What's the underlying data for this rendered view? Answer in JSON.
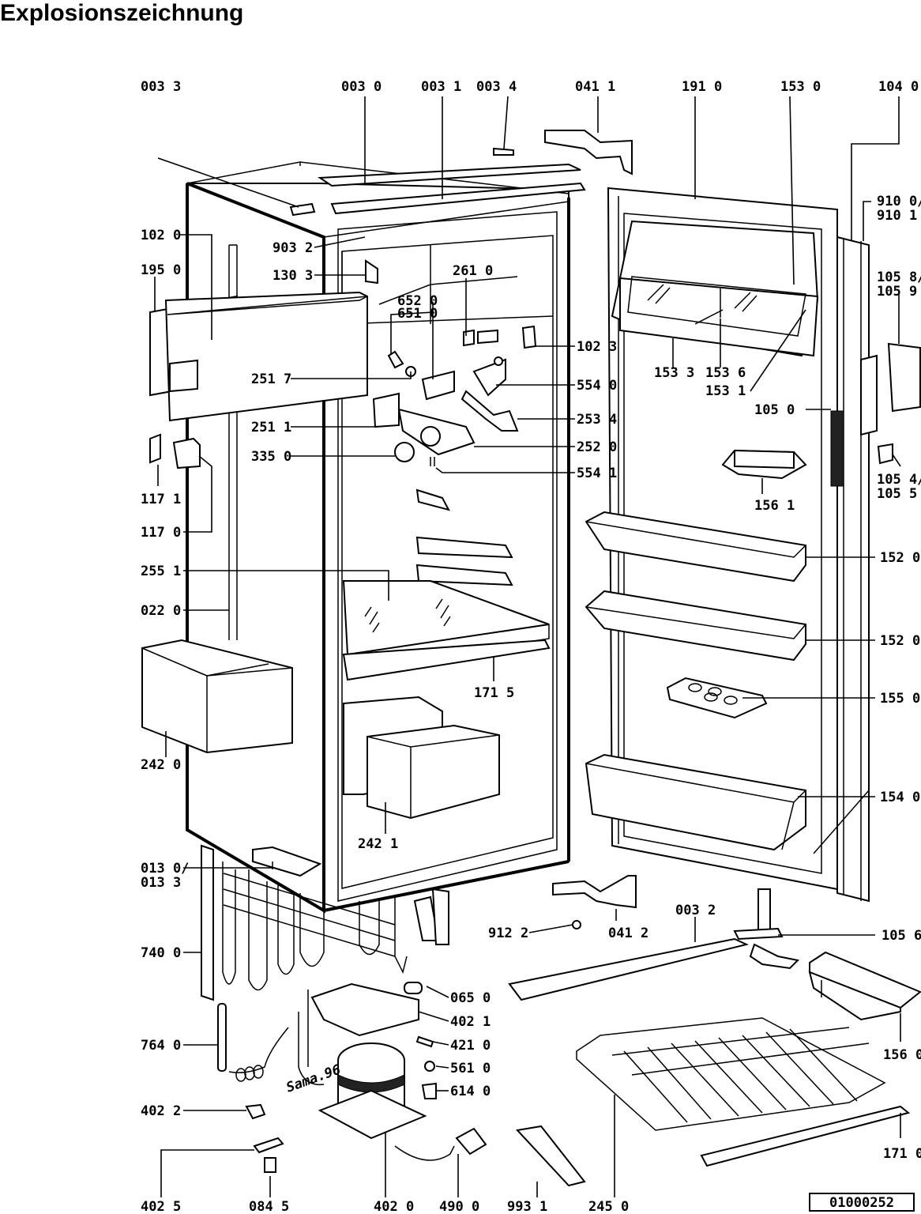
{
  "title": "Explosionszeichnung",
  "document_number": "01000252",
  "signature": "Sama.96",
  "labels": [
    {
      "id": "l-0033",
      "text": "003 3"
    },
    {
      "id": "l-0030",
      "text": "003 0"
    },
    {
      "id": "l-0031",
      "text": "003 1"
    },
    {
      "id": "l-0034",
      "text": "003 4"
    },
    {
      "id": "l-0411",
      "text": "041 1"
    },
    {
      "id": "l-1910",
      "text": "191 0"
    },
    {
      "id": "l-1530",
      "text": "153 0"
    },
    {
      "id": "l-1040",
      "text": "104 0"
    },
    {
      "id": "l-9100",
      "text": "910 0/"
    },
    {
      "id": "l-9101",
      "text": "910 1"
    },
    {
      "id": "l-1020",
      "text": "102 0"
    },
    {
      "id": "l-9032",
      "text": "903 2"
    },
    {
      "id": "l-1950",
      "text": "195 0"
    },
    {
      "id": "l-1303",
      "text": "130 3"
    },
    {
      "id": "l-2610",
      "text": "261 0"
    },
    {
      "id": "l-6520",
      "text": "652 0"
    },
    {
      "id": "l-6510",
      "text": "651 0"
    },
    {
      "id": "l-1058",
      "text": "105 8/"
    },
    {
      "id": "l-1059",
      "text": "105 9"
    },
    {
      "id": "l-1023",
      "text": "102 3"
    },
    {
      "id": "l-2517",
      "text": "251 7"
    },
    {
      "id": "l-5540",
      "text": "554 0"
    },
    {
      "id": "l-1533",
      "text": "153 3"
    },
    {
      "id": "l-1536",
      "text": "153 6"
    },
    {
      "id": "l-1531",
      "text": "153 1"
    },
    {
      "id": "l-1050",
      "text": "105 0"
    },
    {
      "id": "l-2534",
      "text": "253 4"
    },
    {
      "id": "l-2511",
      "text": "251 1"
    },
    {
      "id": "l-2520",
      "text": "252 0"
    },
    {
      "id": "l-3350",
      "text": "335 0"
    },
    {
      "id": "l-5541",
      "text": "554 1"
    },
    {
      "id": "l-1054",
      "text": "105 4/"
    },
    {
      "id": "l-1055",
      "text": "105 5"
    },
    {
      "id": "l-1171",
      "text": "117 1"
    },
    {
      "id": "l-1561a",
      "text": "156 1"
    },
    {
      "id": "l-1170",
      "text": "117 0"
    },
    {
      "id": "l-1520a",
      "text": "152 0"
    },
    {
      "id": "l-2551",
      "text": "255 1"
    },
    {
      "id": "l-0220",
      "text": "022 0"
    },
    {
      "id": "l-1520b",
      "text": "152 0"
    },
    {
      "id": "l-1715",
      "text": "171 5"
    },
    {
      "id": "l-1550",
      "text": "155 0"
    },
    {
      "id": "l-2420",
      "text": "242 0"
    },
    {
      "id": "l-1540",
      "text": "154 0"
    },
    {
      "id": "l-2421",
      "text": "242 1"
    },
    {
      "id": "l-0130",
      "text": "013 0/"
    },
    {
      "id": "l-0133",
      "text": "013 3"
    },
    {
      "id": "l-0032",
      "text": "003 2"
    },
    {
      "id": "l-9122",
      "text": "912 2"
    },
    {
      "id": "l-0412",
      "text": "041 2"
    },
    {
      "id": "l-1056",
      "text": "105 6"
    },
    {
      "id": "l-7400",
      "text": "740 0"
    },
    {
      "id": "l-0650",
      "text": "065 0"
    },
    {
      "id": "l-4021",
      "text": "402 1"
    },
    {
      "id": "l-4210",
      "text": "421 0"
    },
    {
      "id": "l-1560",
      "text": "156 0"
    },
    {
      "id": "l-7640",
      "text": "764 0"
    },
    {
      "id": "l-5610",
      "text": "561 0"
    },
    {
      "id": "l-6140",
      "text": "614 0"
    },
    {
      "id": "l-4022",
      "text": "402 2"
    },
    {
      "id": "l-1710",
      "text": "171 0"
    },
    {
      "id": "l-4025",
      "text": "402 5"
    },
    {
      "id": "l-0845",
      "text": "084 5"
    },
    {
      "id": "l-4020",
      "text": "402 0"
    },
    {
      "id": "l-4900",
      "text": "490 0"
    },
    {
      "id": "l-9931",
      "text": "993 1"
    },
    {
      "id": "l-2450",
      "text": "245 0"
    }
  ]
}
